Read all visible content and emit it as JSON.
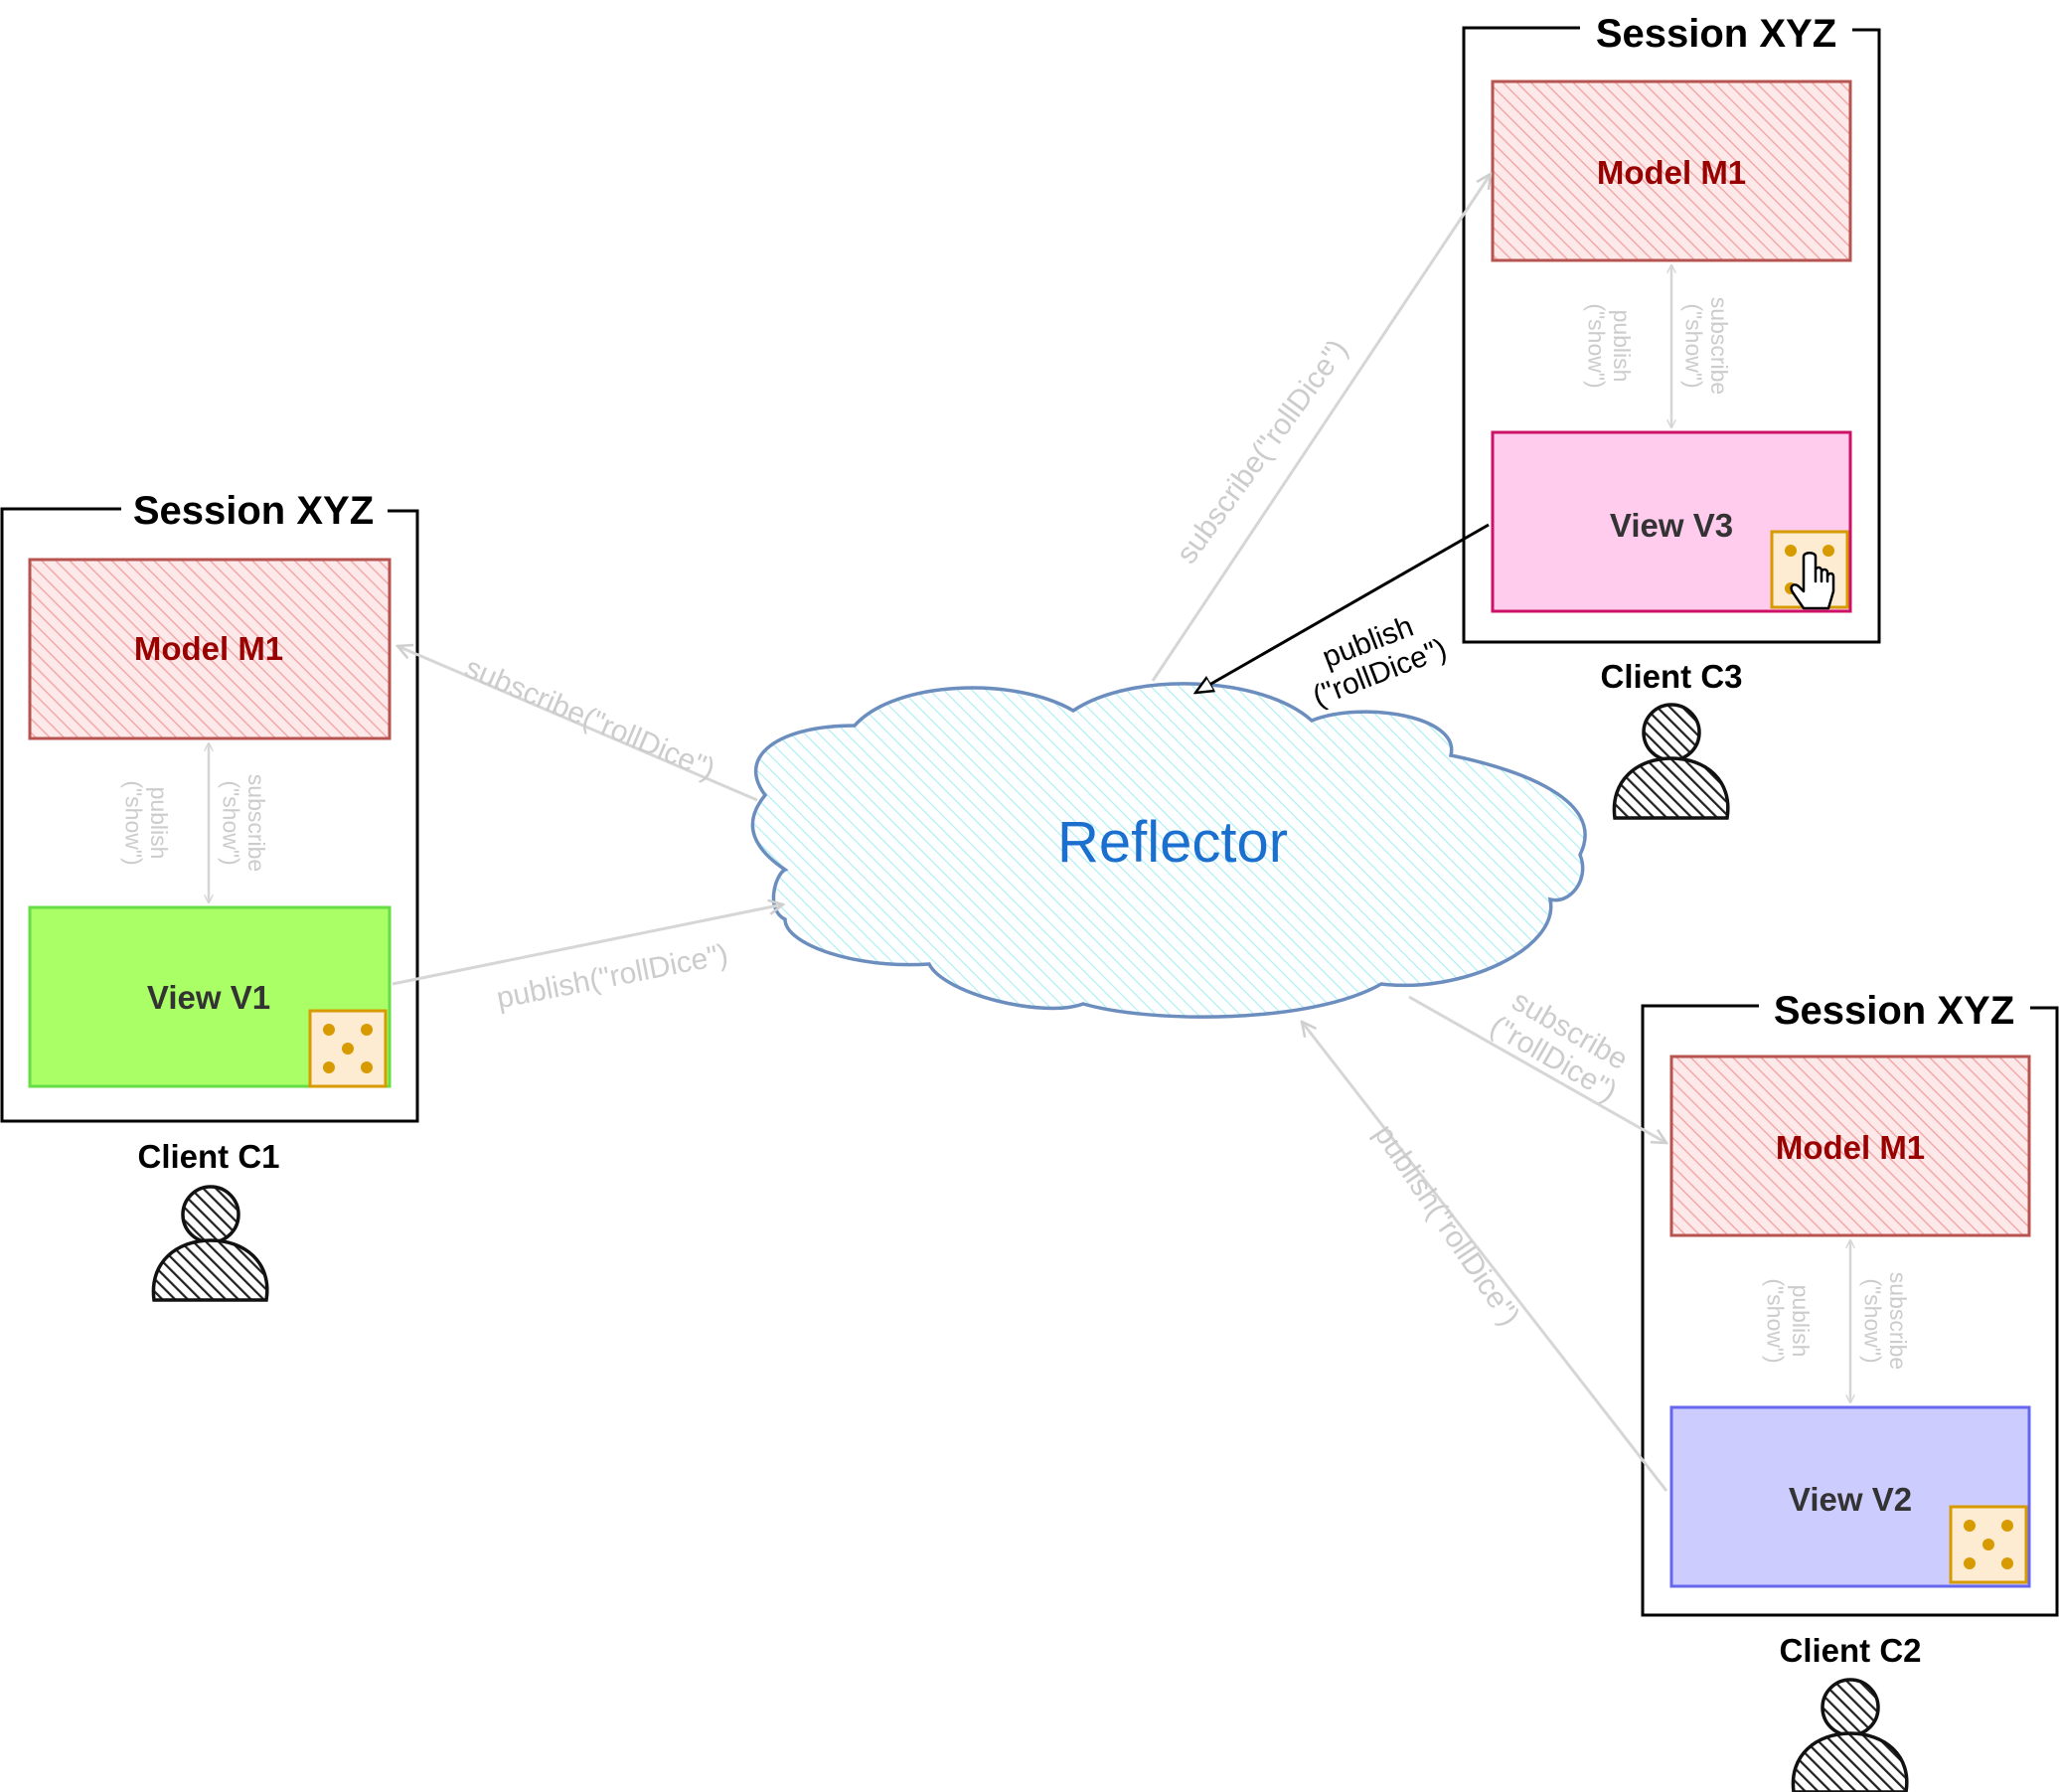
{
  "reflector": {
    "label": "Reflector"
  },
  "clients": [
    {
      "id": "c1",
      "session_label": "Session XYZ",
      "model_label": "Model M1",
      "view_label": "View V1",
      "client_label": "Client C1",
      "link_publish": "publish\n(\"show\")",
      "link_subscribe": "subscribe\n(\"show\")",
      "subscribe_label": "subscribe(\"rollDice\")",
      "publish_label": "publish(\"rollDice\")",
      "view_fill": "#aaff66",
      "view_stroke": "#66dd44"
    },
    {
      "id": "c3",
      "session_label": "Session XYZ",
      "model_label": "Model M1",
      "view_label": "View V3",
      "client_label": "Client C3",
      "link_publish": "publish\n(\"show\")",
      "link_subscribe": "subscribe\n(\"show\")",
      "subscribe_label": "subscribe(\"rollDice\")",
      "publish_label": "publish\n(\"rollDice\")",
      "view_fill": "#ffccee",
      "view_stroke": "#cc1166"
    },
    {
      "id": "c2",
      "session_label": "Session XYZ",
      "model_label": "Model M1",
      "view_label": "View V2",
      "client_label": "Client C2",
      "link_publish": "publish\n(\"show\")",
      "link_subscribe": "subscribe\n(\"show\")",
      "subscribe_label": "subscribe\n(\"rollDice\")",
      "publish_label": "publish(\"rollDice\")",
      "view_fill": "#ccccff",
      "view_stroke": "#6666ee"
    }
  ],
  "colors": {
    "model_fill": "#f8c8c8",
    "model_stroke": "#b85450",
    "model_text": "#990000",
    "reflector_fill": "#ccf4f8",
    "reflector_stroke": "#6c8ebf",
    "reflector_text": "#1a6fcf",
    "dim_arrow": "#d6d6d6",
    "dim_text": "#cccccc",
    "die_fill": "#fdebd2",
    "die_stroke": "#d79b00",
    "die_pip": "#d79b00"
  },
  "icons": {
    "person": "person-icon",
    "die": "die-icon",
    "cursor": "hand-cursor-icon"
  }
}
